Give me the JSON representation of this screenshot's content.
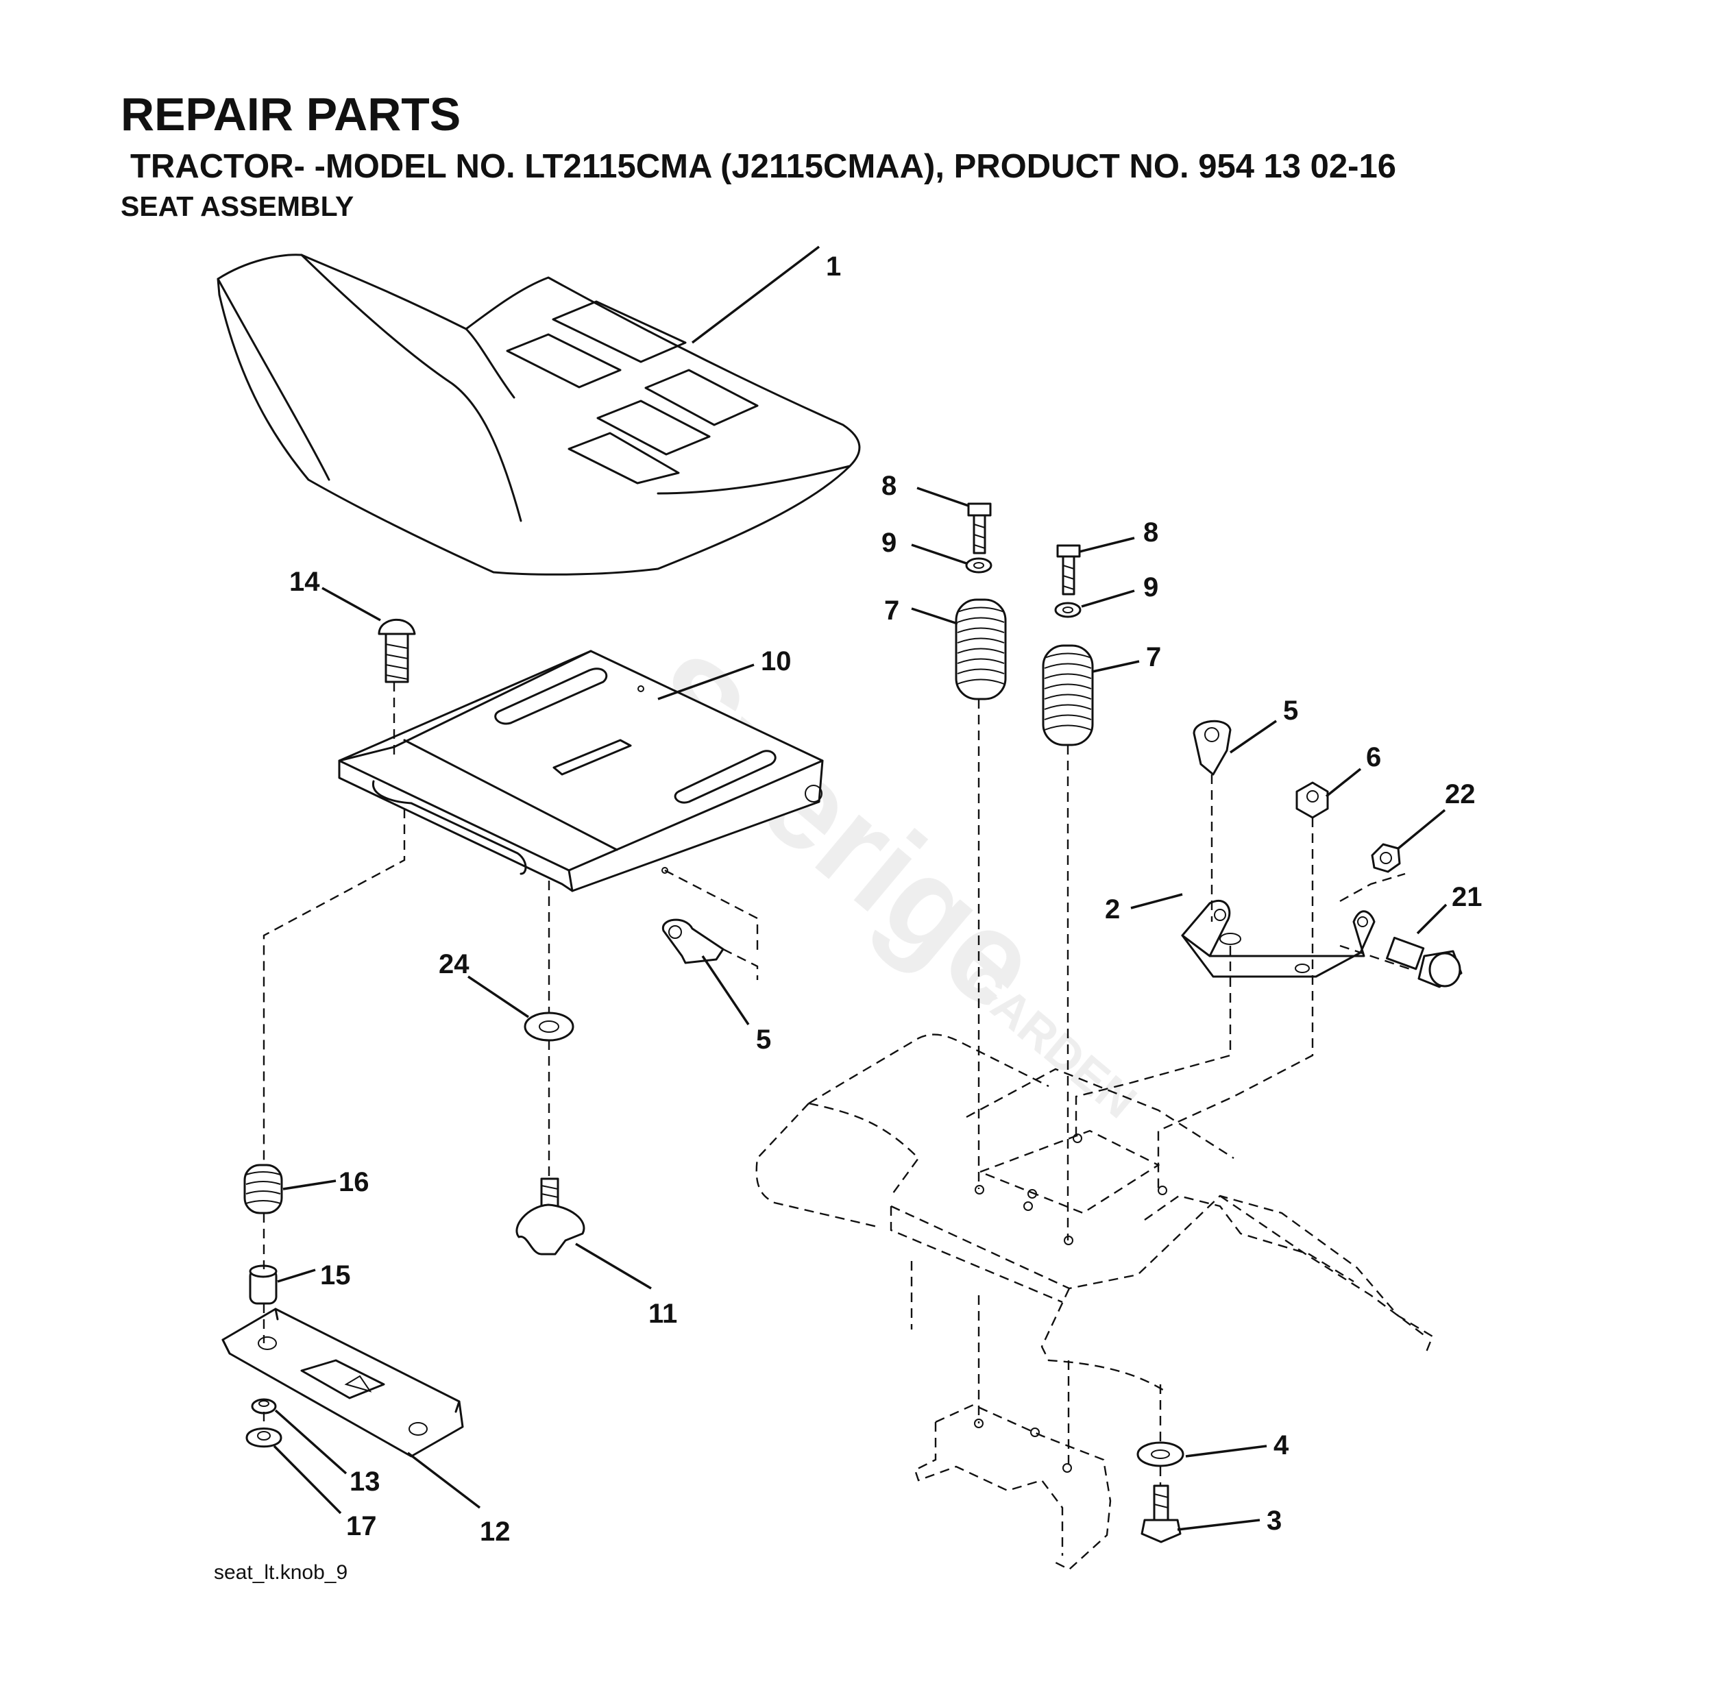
{
  "header": {
    "title": "REPAIR PARTS",
    "subtitle": "TRACTOR- -MODEL NO. LT2115CMA (J2115CMAA), PRODUCT NO. 954 13 02-16",
    "section": "SEAT ASSEMBLY"
  },
  "watermark": {
    "text": "Sverige",
    "subtext": "GARDEN"
  },
  "callouts": [
    "1",
    "2",
    "3",
    "4",
    "5",
    "5",
    "6",
    "7",
    "7",
    "8",
    "8",
    "9",
    "9",
    "10",
    "11",
    "12",
    "13",
    "14",
    "15",
    "16",
    "17",
    "21",
    "22",
    "24"
  ],
  "footer": {
    "filename": "seat_lt.knob_9"
  }
}
